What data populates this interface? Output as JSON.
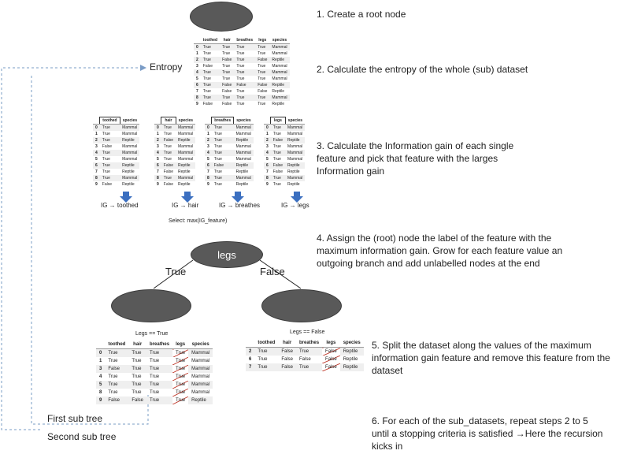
{
  "steps": [
    "1. Create a root node",
    "2. Calculate the entropy of the whole (sub) dataset",
    "3. Calculate the Information gain of each single feature and pick that feature with the larges Information gain",
    "4. Assign the (root) node the label of the feature with the maximum information gain. Grow for each feature value an outgoing branch and add unlabelled nodes at the end",
    "5. Split the dataset along the values of the maximum information gain feature and remove this feature from the dataset",
    "6. For each of the sub_datasets, repeat steps 2 to 5 until a stopping criteria is satisfied →Here the recursion kicks in"
  ],
  "entropy_label": "Entropy",
  "root_label": "legs",
  "branch_true": "True",
  "branch_false": "False",
  "select_label": "Select: max(IG_feature)",
  "first_subtree": "First sub tree",
  "second_subtree": "Second sub tree",
  "full_table": {
    "headers": [
      "",
      "toothed",
      "hair",
      "breathes",
      "legs",
      "species"
    ],
    "rows": [
      [
        "0",
        "True",
        "True",
        "True",
        "True",
        "Mammal"
      ],
      [
        "1",
        "True",
        "True",
        "True",
        "True",
        "Mammal"
      ],
      [
        "2",
        "True",
        "False",
        "True",
        "False",
        "Reptile"
      ],
      [
        "3",
        "False",
        "True",
        "True",
        "True",
        "Mammal"
      ],
      [
        "4",
        "True",
        "True",
        "True",
        "True",
        "Mammal"
      ],
      [
        "5",
        "True",
        "True",
        "True",
        "True",
        "Mammal"
      ],
      [
        "6",
        "True",
        "False",
        "False",
        "False",
        "Reptile"
      ],
      [
        "7",
        "True",
        "False",
        "True",
        "False",
        "Reptile"
      ],
      [
        "8",
        "True",
        "True",
        "True",
        "True",
        "Mammal"
      ],
      [
        "9",
        "False",
        "False",
        "True",
        "True",
        "Reptile"
      ]
    ]
  },
  "ig_tables": [
    {
      "feature": "toothed",
      "caption": "IG → toothed",
      "values": [
        "True",
        "True",
        "True",
        "False",
        "True",
        "True",
        "True",
        "True",
        "True",
        "False"
      ]
    },
    {
      "feature": "hair",
      "caption": "IG → hair",
      "values": [
        "True",
        "True",
        "False",
        "True",
        "True",
        "True",
        "False",
        "False",
        "True",
        "False"
      ]
    },
    {
      "feature": "breathes",
      "caption": "IG → breathes",
      "values": [
        "True",
        "True",
        "True",
        "True",
        "True",
        "True",
        "False",
        "True",
        "True",
        "True"
      ]
    },
    {
      "feature": "legs",
      "caption": "IG → legs",
      "values": [
        "True",
        "True",
        "False",
        "True",
        "True",
        "True",
        "False",
        "False",
        "True",
        "True"
      ]
    }
  ],
  "ig_species": [
    "Mammal",
    "Mammal",
    "Reptile",
    "Mammal",
    "Mammal",
    "Mammal",
    "Reptile",
    "Reptile",
    "Mammal",
    "Reptile"
  ],
  "split_true": {
    "caption": "Legs == True",
    "headers": [
      "",
      "toothed",
      "hair",
      "breathes",
      "legs",
      "species"
    ],
    "rows": [
      [
        "0",
        "True",
        "True",
        "True",
        "True",
        "Mammal"
      ],
      [
        "1",
        "True",
        "True",
        "True",
        "True",
        "Mammal"
      ],
      [
        "3",
        "False",
        "True",
        "True",
        "True",
        "Mammal"
      ],
      [
        "4",
        "True",
        "True",
        "True",
        "True",
        "Mammal"
      ],
      [
        "5",
        "True",
        "True",
        "True",
        "True",
        "Mammal"
      ],
      [
        "8",
        "True",
        "True",
        "True",
        "True",
        "Mammal"
      ],
      [
        "9",
        "False",
        "False",
        "True",
        "True",
        "Reptile"
      ]
    ]
  },
  "split_false": {
    "caption": "Legs == False",
    "headers": [
      "",
      "toothed",
      "hair",
      "breathes",
      "legs",
      "species"
    ],
    "rows": [
      [
        "2",
        "True",
        "False",
        "True",
        "False",
        "Reptile"
      ],
      [
        "6",
        "True",
        "False",
        "False",
        "False",
        "Reptile"
      ],
      [
        "7",
        "True",
        "False",
        "True",
        "False",
        "Reptile"
      ]
    ]
  }
}
